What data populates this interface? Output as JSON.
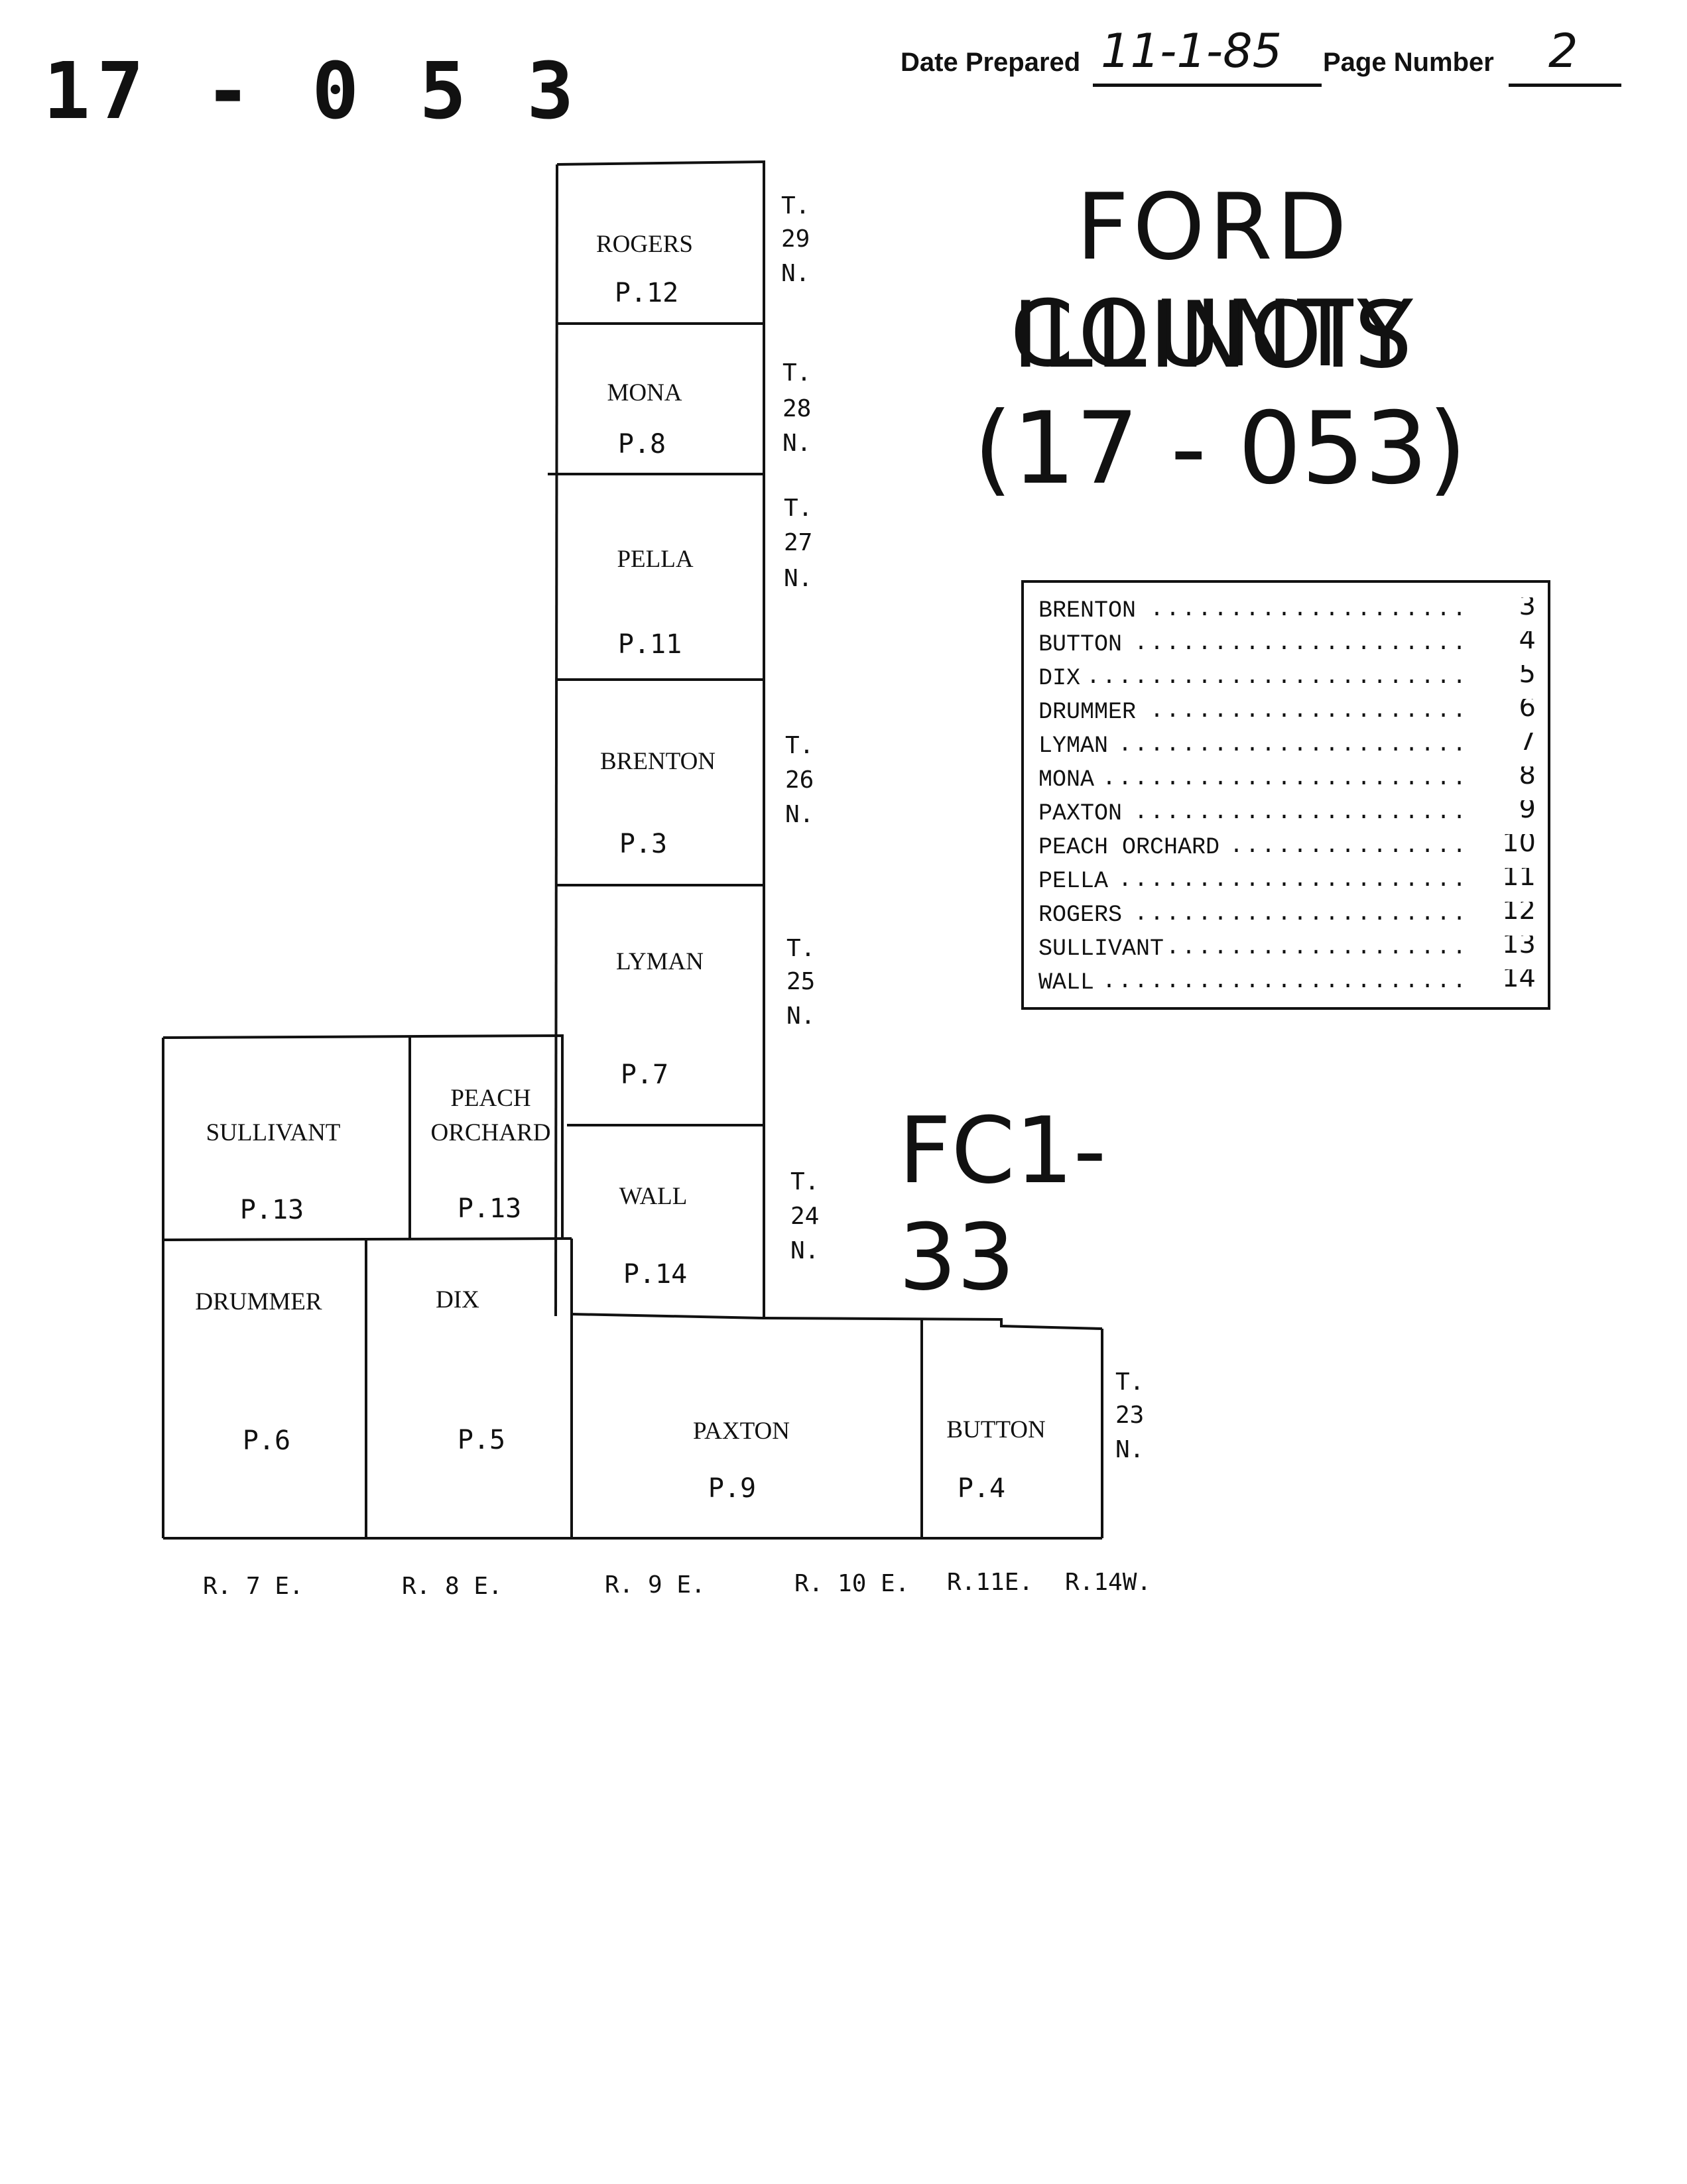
{
  "document_id": "17 - 0 5 3",
  "header": {
    "date_label": "Date Prepared",
    "date_value": "11-1-85",
    "page_label": "Page Number",
    "page_value": "2"
  },
  "title": {
    "line1": "FORD COUNTY",
    "line2": "ILLINOIS",
    "line3": "(17 - 053)"
  },
  "code": "FC1-33",
  "townships": [
    {
      "name": "ROGERS",
      "page": "P.12"
    },
    {
      "name": "MONA",
      "page": "P.8"
    },
    {
      "name": "PELLA",
      "page": "P.11"
    },
    {
      "name": "BRENTON",
      "page": "P.3"
    },
    {
      "name": "LYMAN",
      "page": "P.7"
    },
    {
      "name": "WALL",
      "page": "P.14"
    },
    {
      "name": "SULLIVANT",
      "page": "P.13"
    },
    {
      "name": "PEACH\nORCHARD",
      "page": "P.13"
    },
    {
      "name": "DRUMMER",
      "page": "P.6"
    },
    {
      "name": "DIX",
      "page": "P.5"
    },
    {
      "name": "PAXTON",
      "page": "P.9"
    },
    {
      "name": "BUTTON",
      "page": "P.4"
    }
  ],
  "tiers": [
    {
      "t": "T.",
      "n": "29",
      "d": "N."
    },
    {
      "t": "T.",
      "n": "28",
      "d": "N."
    },
    {
      "t": "T.",
      "n": "27",
      "d": "N."
    },
    {
      "t": "T.",
      "n": "26",
      "d": "N."
    },
    {
      "t": "T.",
      "n": "25",
      "d": "N."
    },
    {
      "t": "T.",
      "n": "24",
      "d": "N."
    },
    {
      "t": "T.",
      "n": "23",
      "d": "N."
    }
  ],
  "ranges": [
    "R. 7 E.",
    "R. 8 E.",
    "R. 9 E.",
    "R. 10 E.",
    "R.11E.",
    "R.14W."
  ],
  "index": [
    {
      "name": "BRENTON",
      "page": "3"
    },
    {
      "name": "BUTTON",
      "page": "4"
    },
    {
      "name": "DIX",
      "page": "5"
    },
    {
      "name": "DRUMMER",
      "page": "6"
    },
    {
      "name": "LYMAN",
      "page": "7"
    },
    {
      "name": "MONA",
      "page": "8"
    },
    {
      "name": "PAXTON",
      "page": "9"
    },
    {
      "name": "PEACH ORCHARD",
      "page": "10"
    },
    {
      "name": "PELLA",
      "page": "11"
    },
    {
      "name": "ROGERS",
      "page": "12"
    },
    {
      "name": "SULLIVANT",
      "page": "13"
    },
    {
      "name": "WALL",
      "page": "14"
    }
  ],
  "colors": {
    "ink": "#111111",
    "paper": "#ffffff"
  }
}
